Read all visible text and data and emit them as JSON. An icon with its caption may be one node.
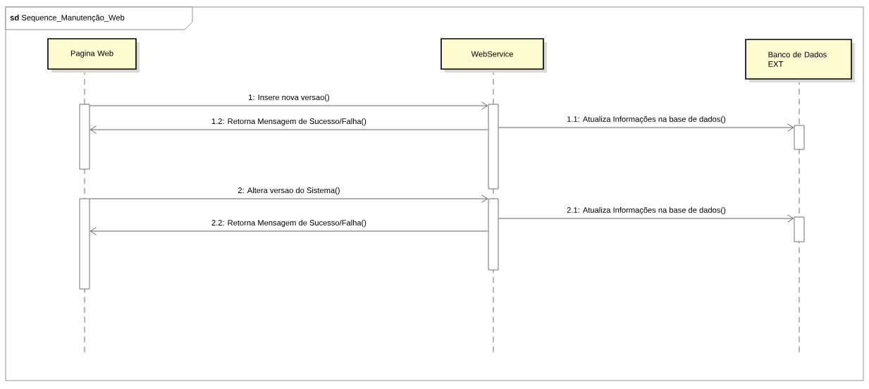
{
  "diagram": {
    "title": "**sd** Sequence_Manutenção_Web",
    "nodes": [
      {
        "text": [
          "Pagina Web"
        ]
      },
      {
        "text": [
          "WebService"
        ]
      },
      {
        "text": [
          "Banco de Dados EXT"
        ]
      },
      {
        "text": [],
        "shape": "bar"
      },
      {
        "text": [],
        "shape": "bar"
      },
      {
        "text": [],
        "shape": "bar"
      },
      {
        "text": [],
        "shape": "bar"
      },
      {
        "text": [],
        "shape": "bar"
      },
      {
        "text": [],
        "shape": "bar"
      }
    ],
    "edges": [
      {
        "from": 3,
        "to": 5,
        "arrow": "to",
        "label": "1: Insere nova versao()"
      },
      {
        "from": 5,
        "to": 7,
        "arrow": "to",
        "label": "1.1: Atualiza Informações na base de dados()"
      },
      {
        "from": 5,
        "to": 3,
        "arrow": "to",
        "label": "1.2: Retorna Mensagem de Sucesso/Falha()"
      },
      {
        "from": 4,
        "to": 6,
        "arrow": "to",
        "label": "2: Altera versao do Sistema()"
      },
      {
        "from": 6,
        "to": 8,
        "arrow": "to",
        "label": "2.1: Atualiza Informações na base de dados()"
      },
      {
        "from": 6,
        "to": 4,
        "arrow": "to",
        "label": "2.2: Retorna Mensagem de Sucesso/Falha()"
      }
    ]
  }
}
